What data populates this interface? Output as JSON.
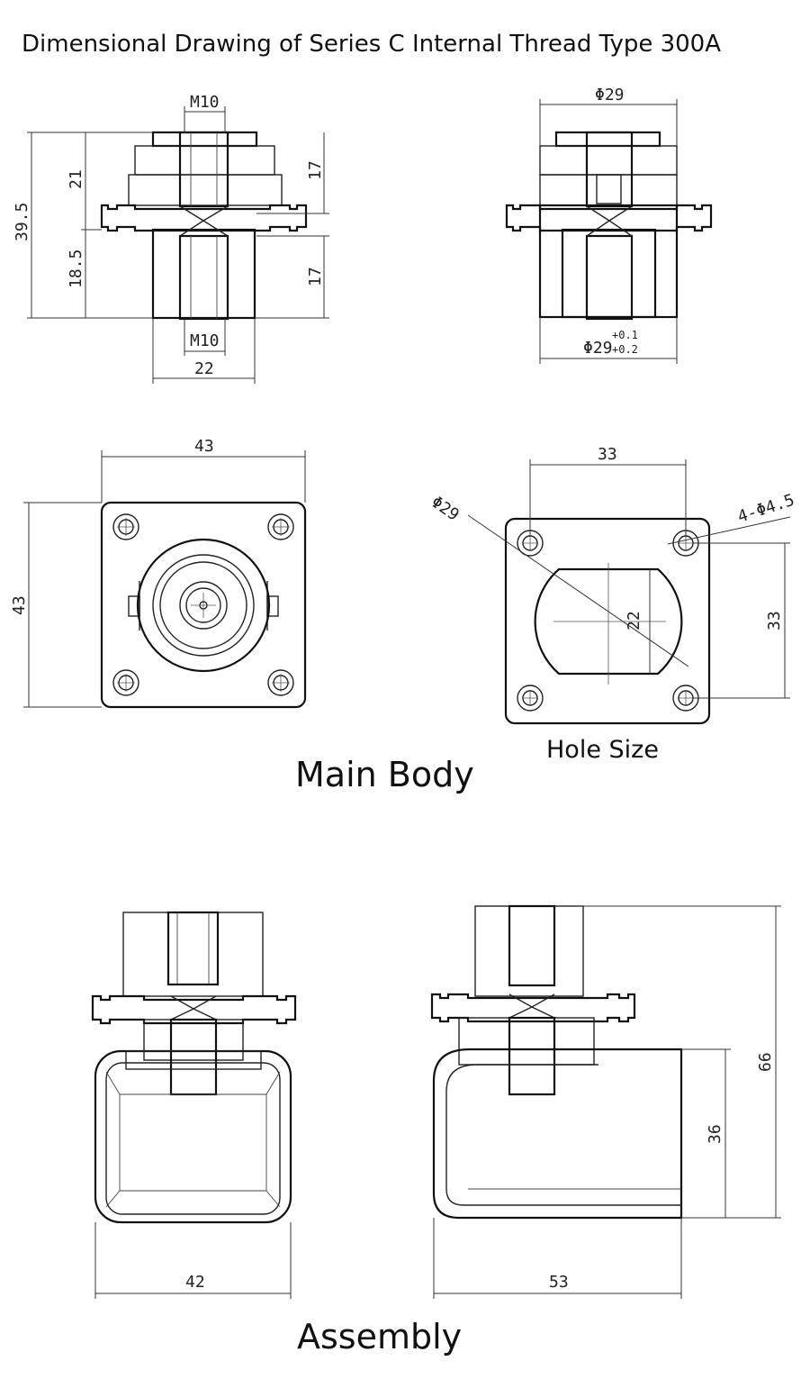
{
  "title": "Dimensional Drawing of Series C Internal Thread Type 300A",
  "labels": {
    "main_body": "Main Body",
    "hole_size": "Hole Size",
    "assembly": "Assembly"
  },
  "dimensions": {
    "front_m10_top": "M10",
    "front_m10_bottom": "M10",
    "front_height_total": "39.5",
    "front_upper_height": "21",
    "front_lower_height": "18.5",
    "front_upper_17": "17",
    "front_lower_17": "17",
    "front_width_22": "22",
    "side_dia_top": "Φ29",
    "side_dia_bottom": "Φ29",
    "side_tol_upper": "+0.1",
    "side_tol_lower": "+0.2",
    "plan_width": "43",
    "plan_height": "43",
    "hole_pitch_x": "33",
    "hole_pitch_y": "33",
    "hole_dia": "Φ29",
    "hole_flat": "22",
    "hole_count_dia": "4-Φ4.5",
    "asm_width": "42",
    "asm_depth": "53",
    "asm_height_total": "66",
    "asm_height_hood": "36"
  }
}
